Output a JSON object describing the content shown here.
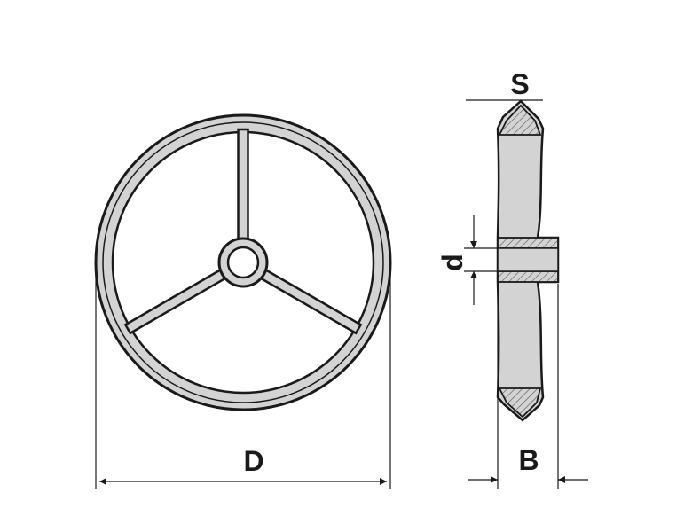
{
  "labels": {
    "diameter": "D",
    "rim_width": "S",
    "bore": "d",
    "hub_width": "B"
  },
  "colors": {
    "line": "#1a1a1a",
    "fill": "#d3d3d3",
    "hatch": "#555555",
    "background": "#ffffff"
  }
}
